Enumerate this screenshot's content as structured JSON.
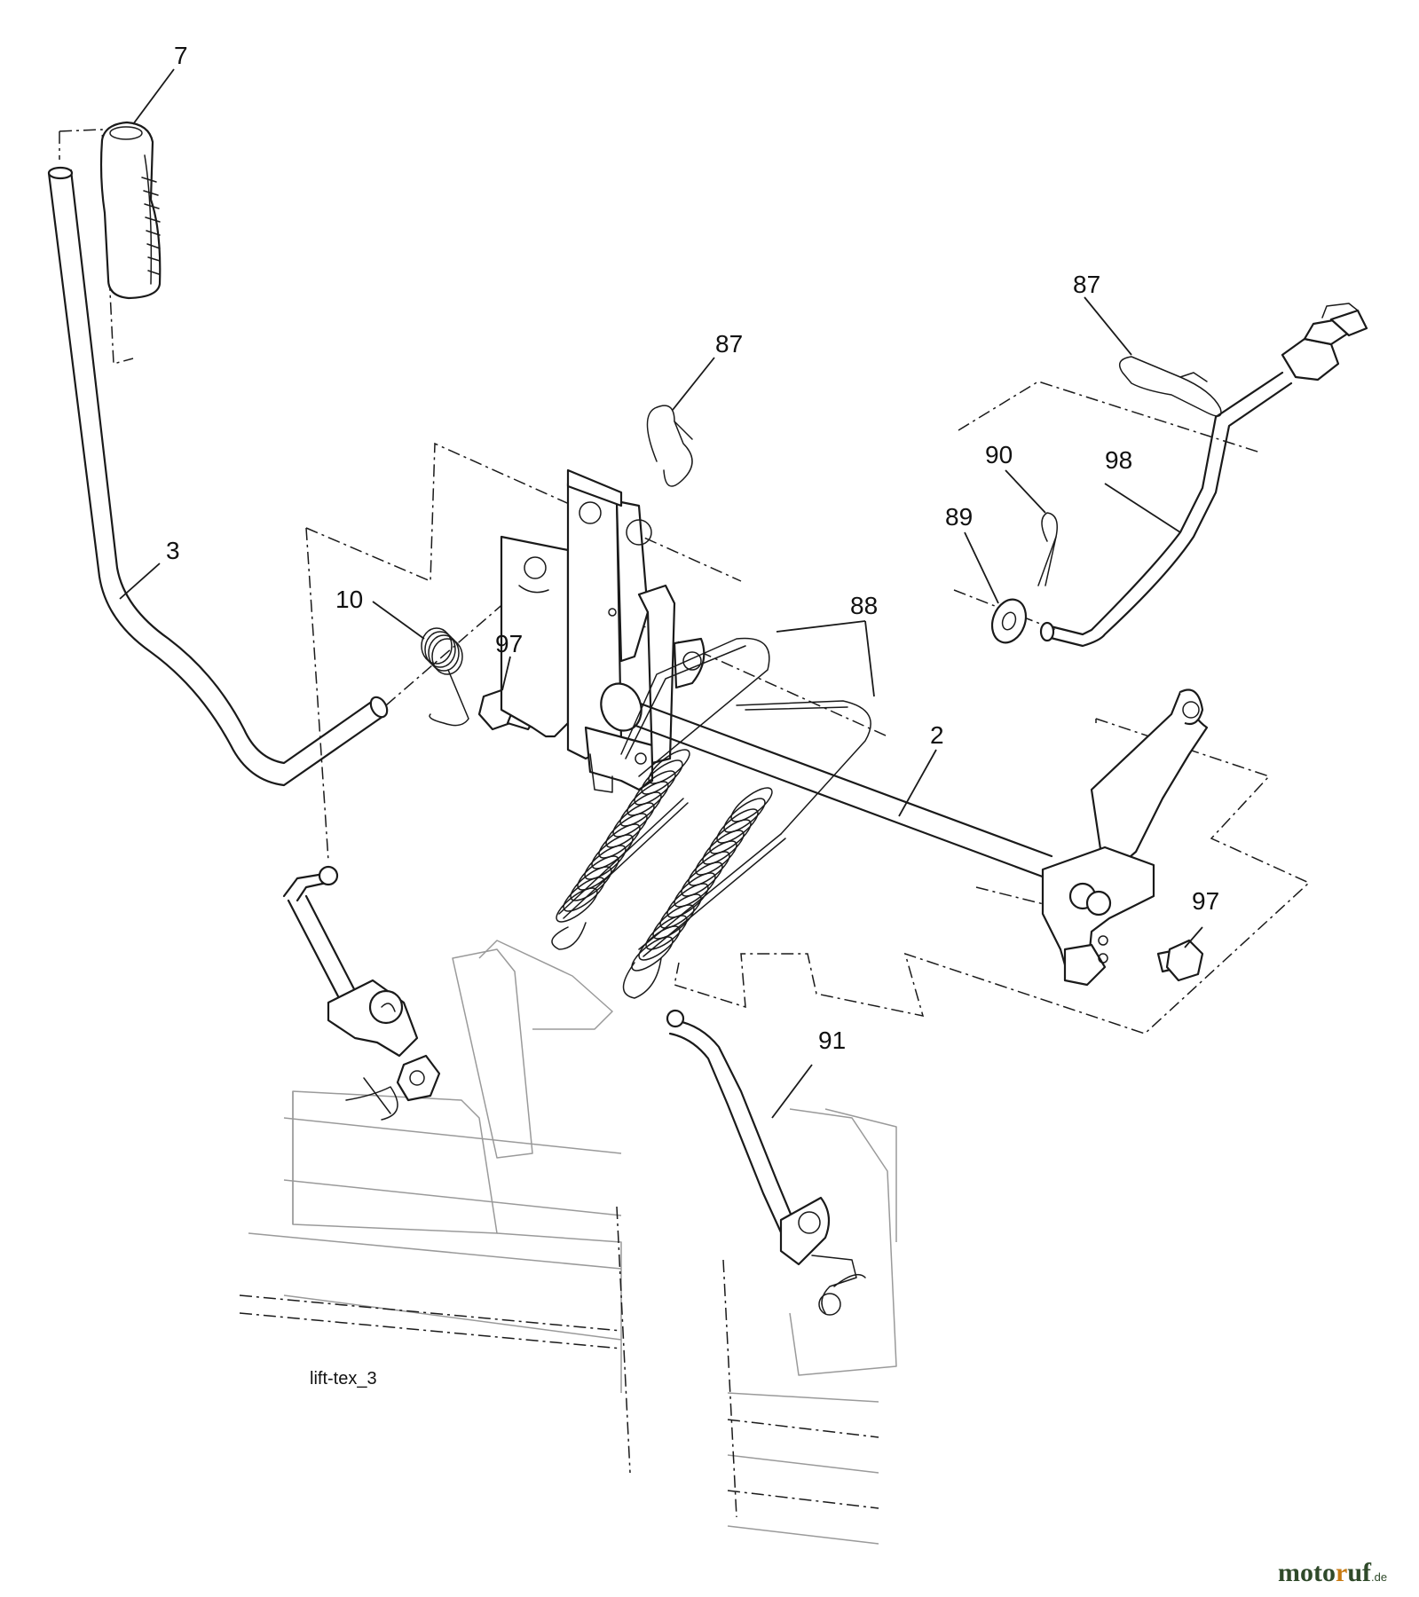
{
  "diagram": {
    "caption": "lift-tex_3",
    "callouts": {
      "c7": "7",
      "c3": "3",
      "c10": "10",
      "c97a": "97",
      "c87a": "87",
      "c88": "88",
      "c87b": "87",
      "c90": "90",
      "c98": "98",
      "c89": "89",
      "c2": "2",
      "c97b": "97",
      "c91": "91"
    }
  },
  "watermark": {
    "part1": "moto",
    "part2": "r",
    "part3": "uf",
    "tld": ".de"
  }
}
